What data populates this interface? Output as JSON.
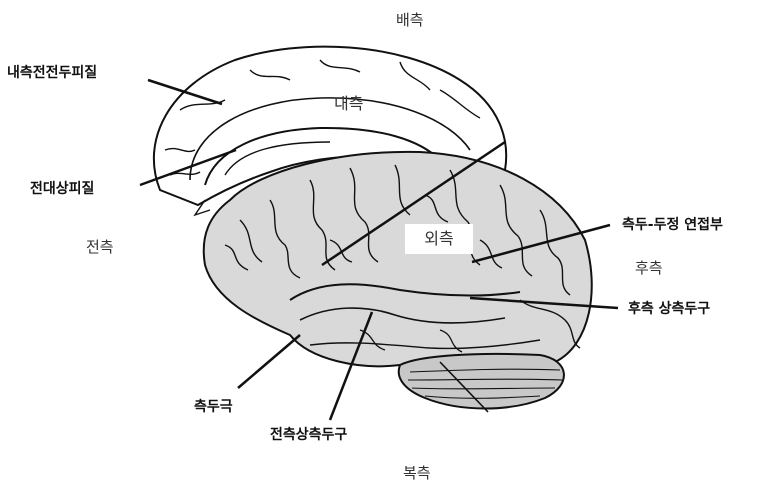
{
  "directions": {
    "dorsal": "배측",
    "ventral": "복측",
    "anterior": "전측",
    "posterior": "후측"
  },
  "views": {
    "medial": "내측",
    "lateral": "외측"
  },
  "labels": {
    "medial_prefrontal": "내측전전두피질",
    "anterior_cingulate": "전대상피질",
    "temporo_parietal_junction": "측두-두정 연접부",
    "posterior_sts": "후측 상측두구",
    "temporal_pole": "측두극",
    "anterior_sts": "전측상측두구"
  },
  "colors": {
    "lateral_fill": "#d9d9d9",
    "medial_fill": "#ffffff",
    "cerebellum_fill": "#c8c8c8",
    "outline": "#111111"
  }
}
